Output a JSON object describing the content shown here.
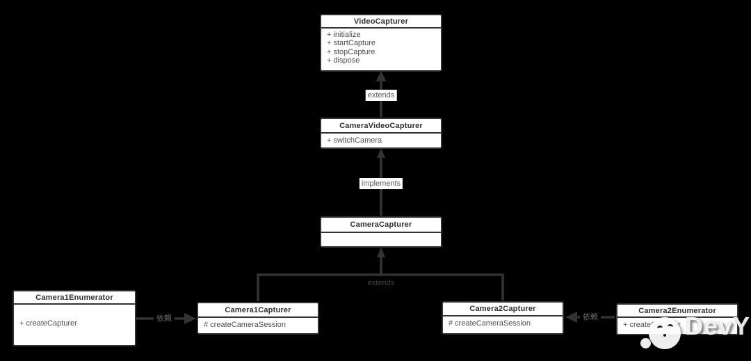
{
  "diagram": {
    "classes": [
      {
        "name": "VideoCapturer",
        "members": [
          "+ initialize",
          "+ startCapture",
          "+ stopCapture",
          "+ dispose"
        ]
      },
      {
        "name": "CameraVideoCapturer",
        "members": [
          "+ switchCamera"
        ]
      },
      {
        "name": "CameraCapturer",
        "members": []
      },
      {
        "name": "Camera1Capturer",
        "members": [
          "# createCameraSession"
        ]
      },
      {
        "name": "Camera2Capturer",
        "members": [
          "# createCameraSession"
        ]
      },
      {
        "name": "Camera1Enumerator",
        "members": [
          "+ createCapturer"
        ]
      },
      {
        "name": "Camera2Enumerator",
        "members": [
          "+ createCapturer"
        ]
      }
    ],
    "relationships": {
      "extends_top": "extends",
      "implements": "implements",
      "extends_bottom": "extends",
      "depends_left": "依赖",
      "depends_right": "依赖"
    }
  },
  "watermark": {
    "text": "DevYk"
  },
  "colors": {
    "background": "#000000",
    "box_fill": "#ffffff",
    "box_border": "#333333",
    "connector": "#333333",
    "title_text": "#2f2f2f",
    "member_text": "#4f4f4f",
    "label_text": "#555555",
    "watermark": "#f2f2f2"
  }
}
